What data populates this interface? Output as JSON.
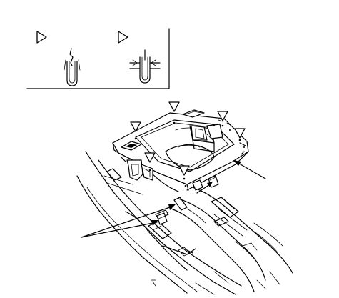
{
  "legend": {
    "symbols": [
      {
        "icon": "triangle-marker-icon",
        "meaning_shown_by": "clip-release-illustration"
      },
      {
        "icon": "triangle-marker-icon",
        "meaning_shown_by": "clip-insert-illustration"
      }
    ]
  },
  "callouts": {
    "count": 6,
    "icon": "triangle-marker-icon"
  },
  "colors": {
    "line": "#000000",
    "background": "#ffffff"
  }
}
